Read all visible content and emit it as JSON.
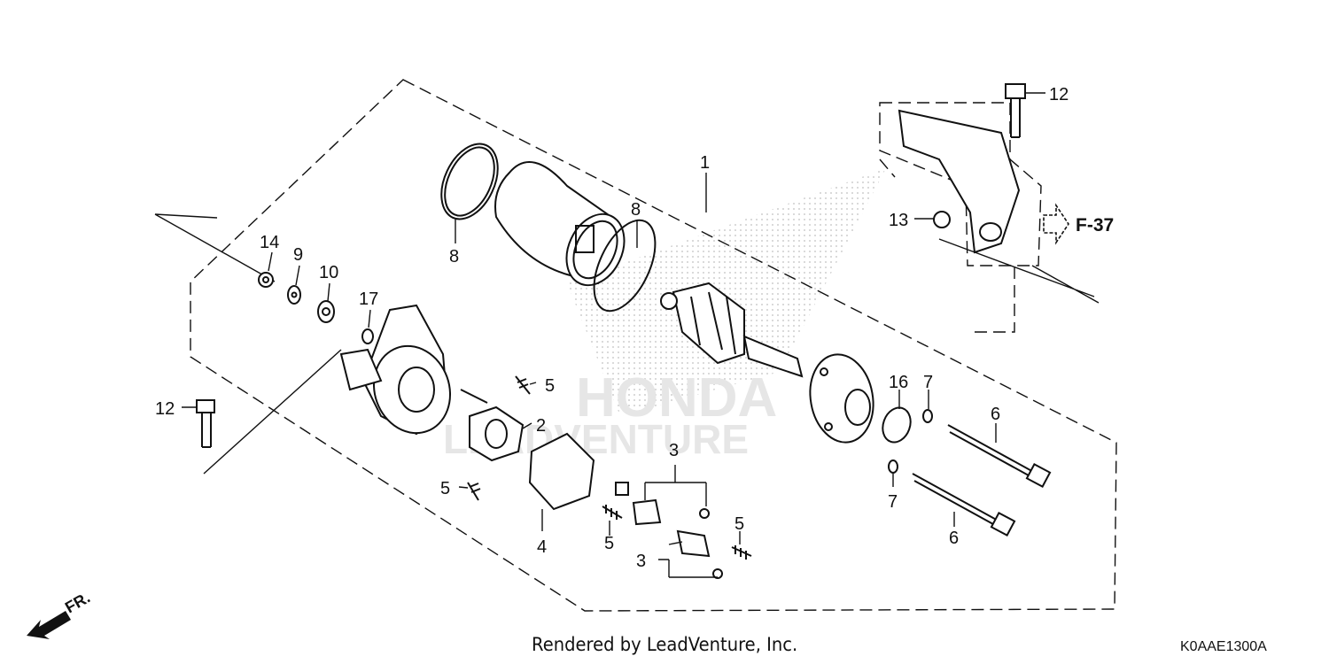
{
  "watermark": {
    "brand": "HONDA",
    "company": "LEADVENTURE"
  },
  "callouts": [
    {
      "id": "c1",
      "label": "1"
    },
    {
      "id": "c2",
      "label": "2"
    },
    {
      "id": "c3a",
      "label": "3"
    },
    {
      "id": "c3b",
      "label": "3"
    },
    {
      "id": "c4",
      "label": "4"
    },
    {
      "id": "c5a",
      "label": "5"
    },
    {
      "id": "c5b",
      "label": "5"
    },
    {
      "id": "c5c",
      "label": "5"
    },
    {
      "id": "c5d",
      "label": "5"
    },
    {
      "id": "c6a",
      "label": "6"
    },
    {
      "id": "c6b",
      "label": "6"
    },
    {
      "id": "c7a",
      "label": "7"
    },
    {
      "id": "c7b",
      "label": "7"
    },
    {
      "id": "c8a",
      "label": "8"
    },
    {
      "id": "c8b",
      "label": "8"
    },
    {
      "id": "c9",
      "label": "9"
    },
    {
      "id": "c10",
      "label": "10"
    },
    {
      "id": "c12a",
      "label": "12"
    },
    {
      "id": "c12b",
      "label": "12"
    },
    {
      "id": "c13",
      "label": "13"
    },
    {
      "id": "c14",
      "label": "14"
    },
    {
      "id": "c16",
      "label": "16"
    },
    {
      "id": "c17",
      "label": "17"
    }
  ],
  "reference": {
    "label": "F-37"
  },
  "direction": {
    "label": "FR."
  },
  "footer": {
    "credit": "Rendered by LeadVenture, Inc.",
    "code": "K0AAE1300A"
  }
}
